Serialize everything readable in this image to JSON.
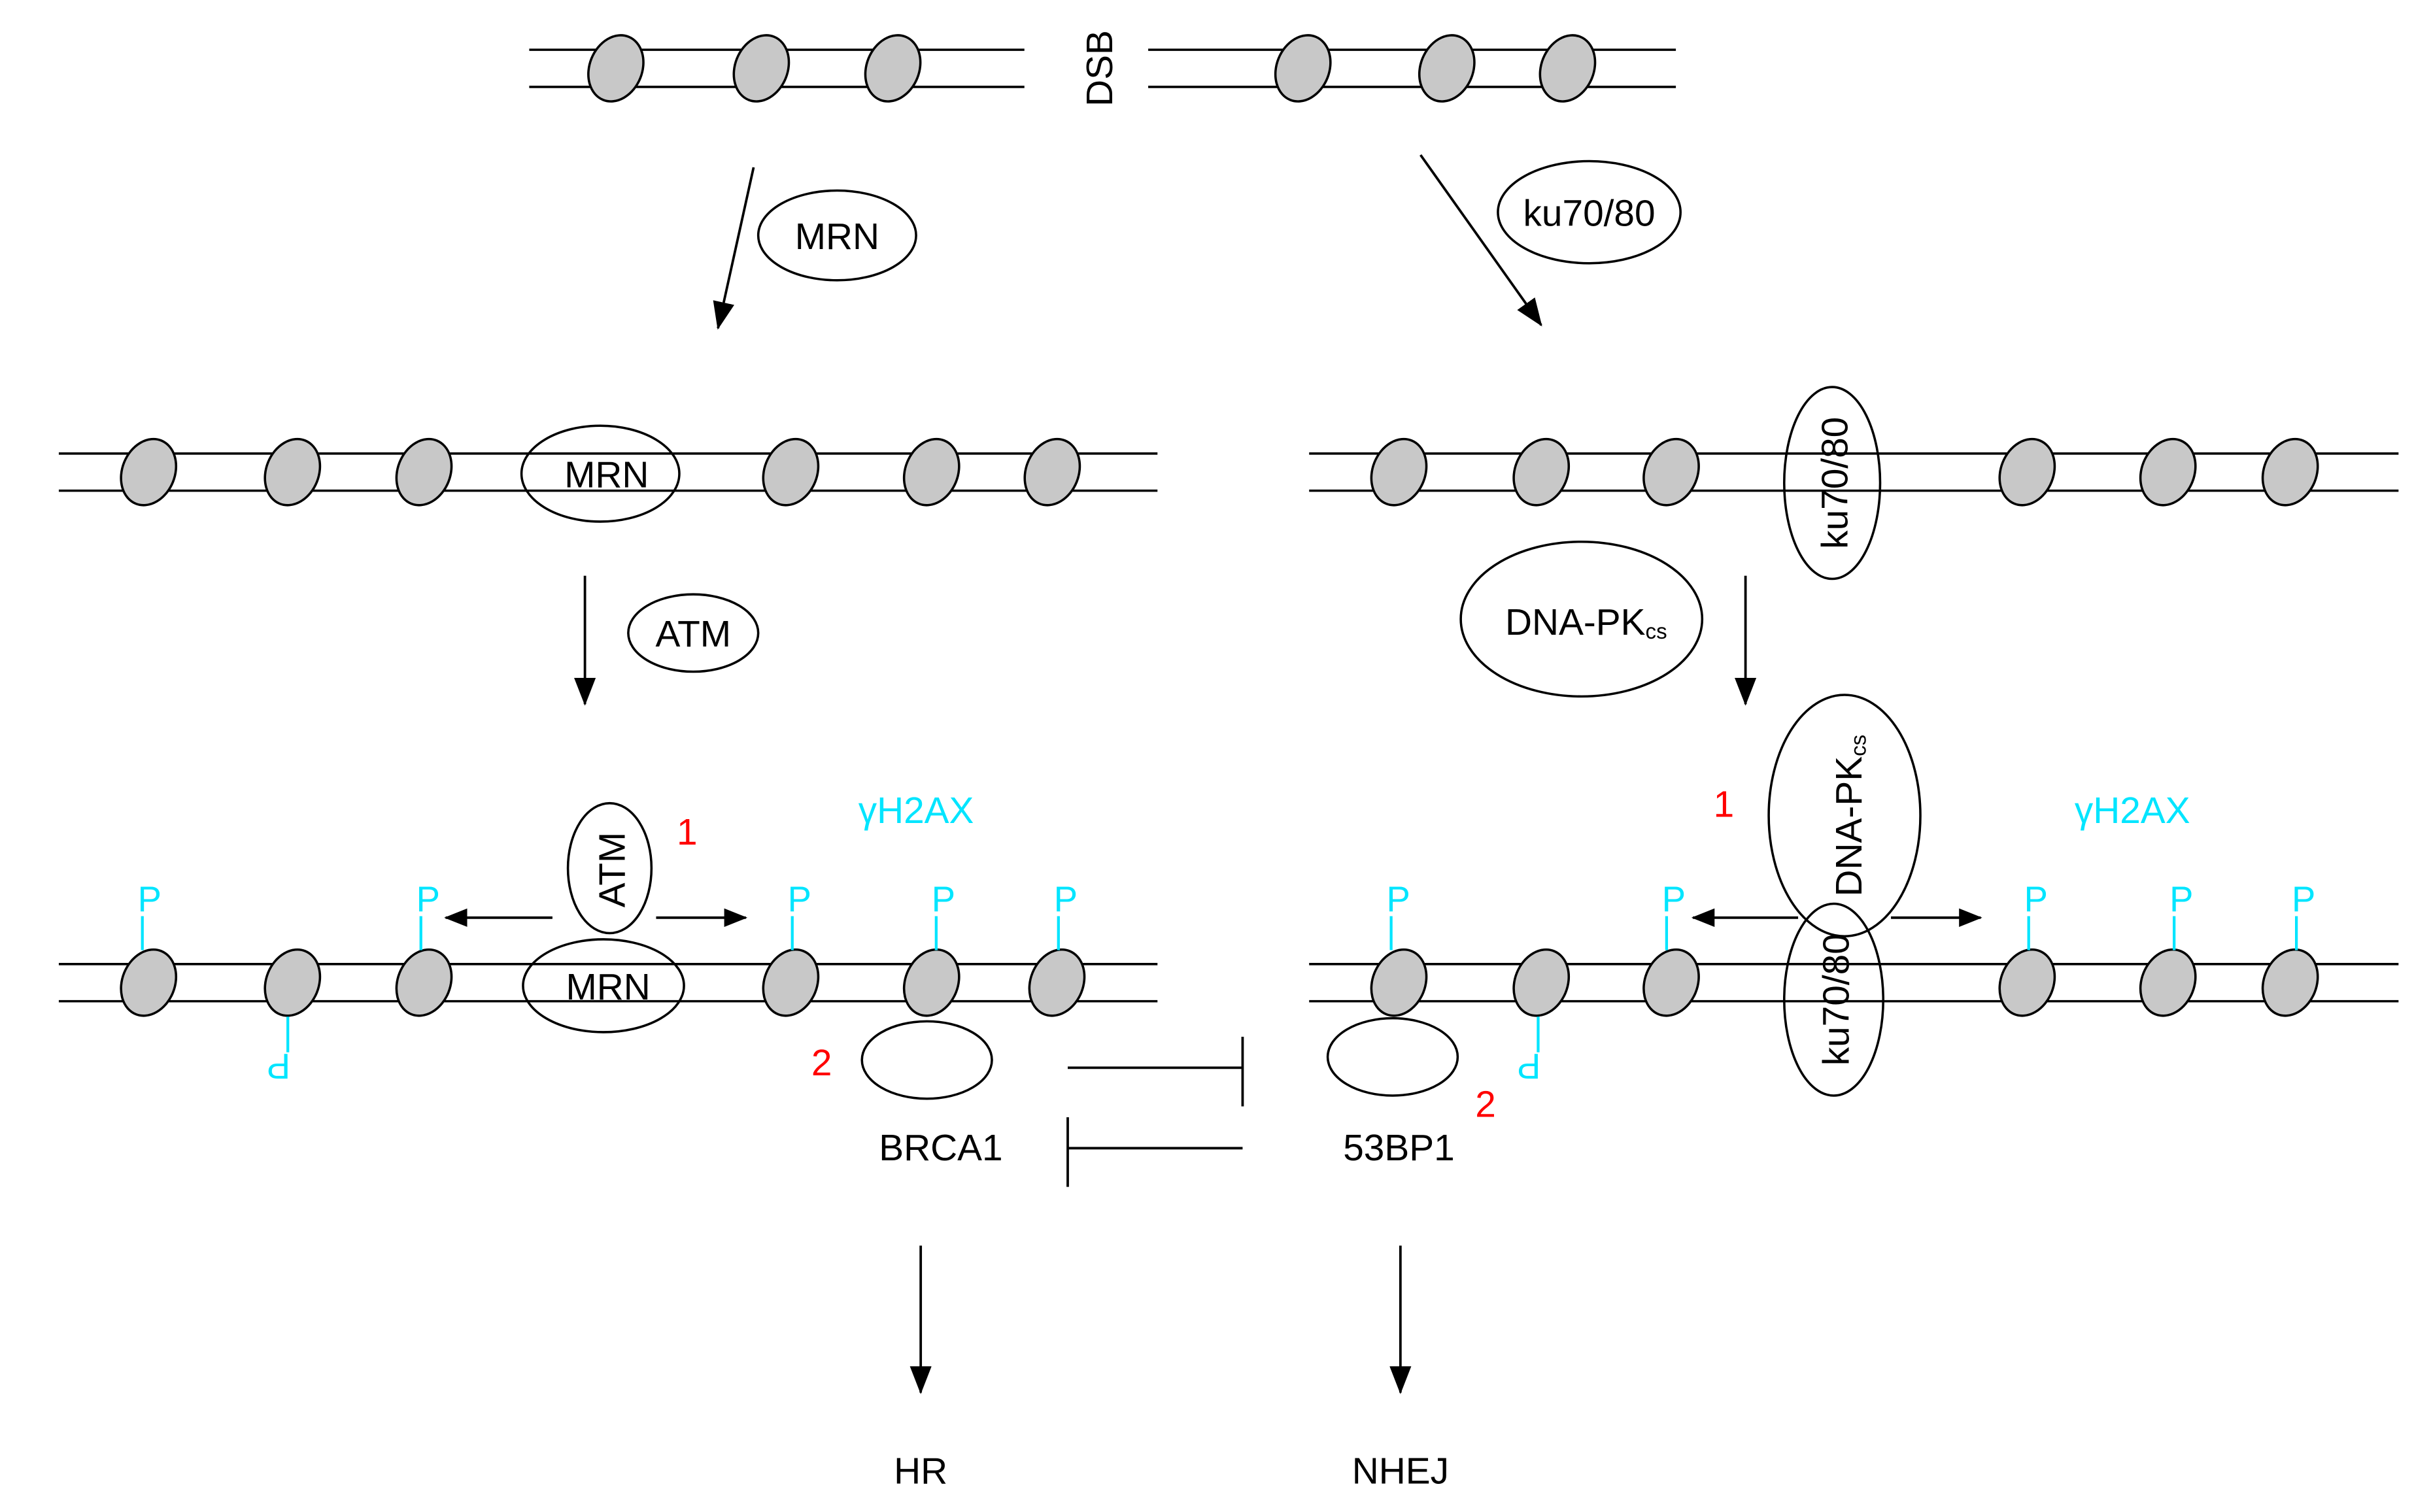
{
  "colors": {
    "stroke": "#000000",
    "nucleosome": "#c8c8c8",
    "phosphorylation": "#00e5ff",
    "step_number": "#ff0000"
  },
  "break_site": {
    "label": "DSB"
  },
  "hr_pathway": {
    "recruitment": {
      "protein": "MRN"
    },
    "bound_chromatin": {
      "protein": "MRN"
    },
    "activation": {
      "kinase": "ATM"
    },
    "signaling": {
      "kinase": "ATM",
      "sensor": "MRN",
      "step_1": "1",
      "histone_mark": "γH2AX",
      "phosphate": "P",
      "step_2": "2",
      "mediator": "BRCA1"
    },
    "outcome": "HR"
  },
  "nhej_pathway": {
    "recruitment": {
      "protein": "ku70/80"
    },
    "bound_chromatin": {
      "protein": "ku70/80"
    },
    "activation": {
      "kinase": "DNA-PK",
      "kinase_subscript": "cs"
    },
    "signaling": {
      "kinase": "DNA-PK",
      "kinase_subscript": "cs",
      "sensor": "ku70/80",
      "step_1": "1",
      "histone_mark": "γH2AX",
      "phosphate": "P",
      "step_2": "2",
      "mediator": "53BP1"
    },
    "outcome": "NHEJ"
  }
}
